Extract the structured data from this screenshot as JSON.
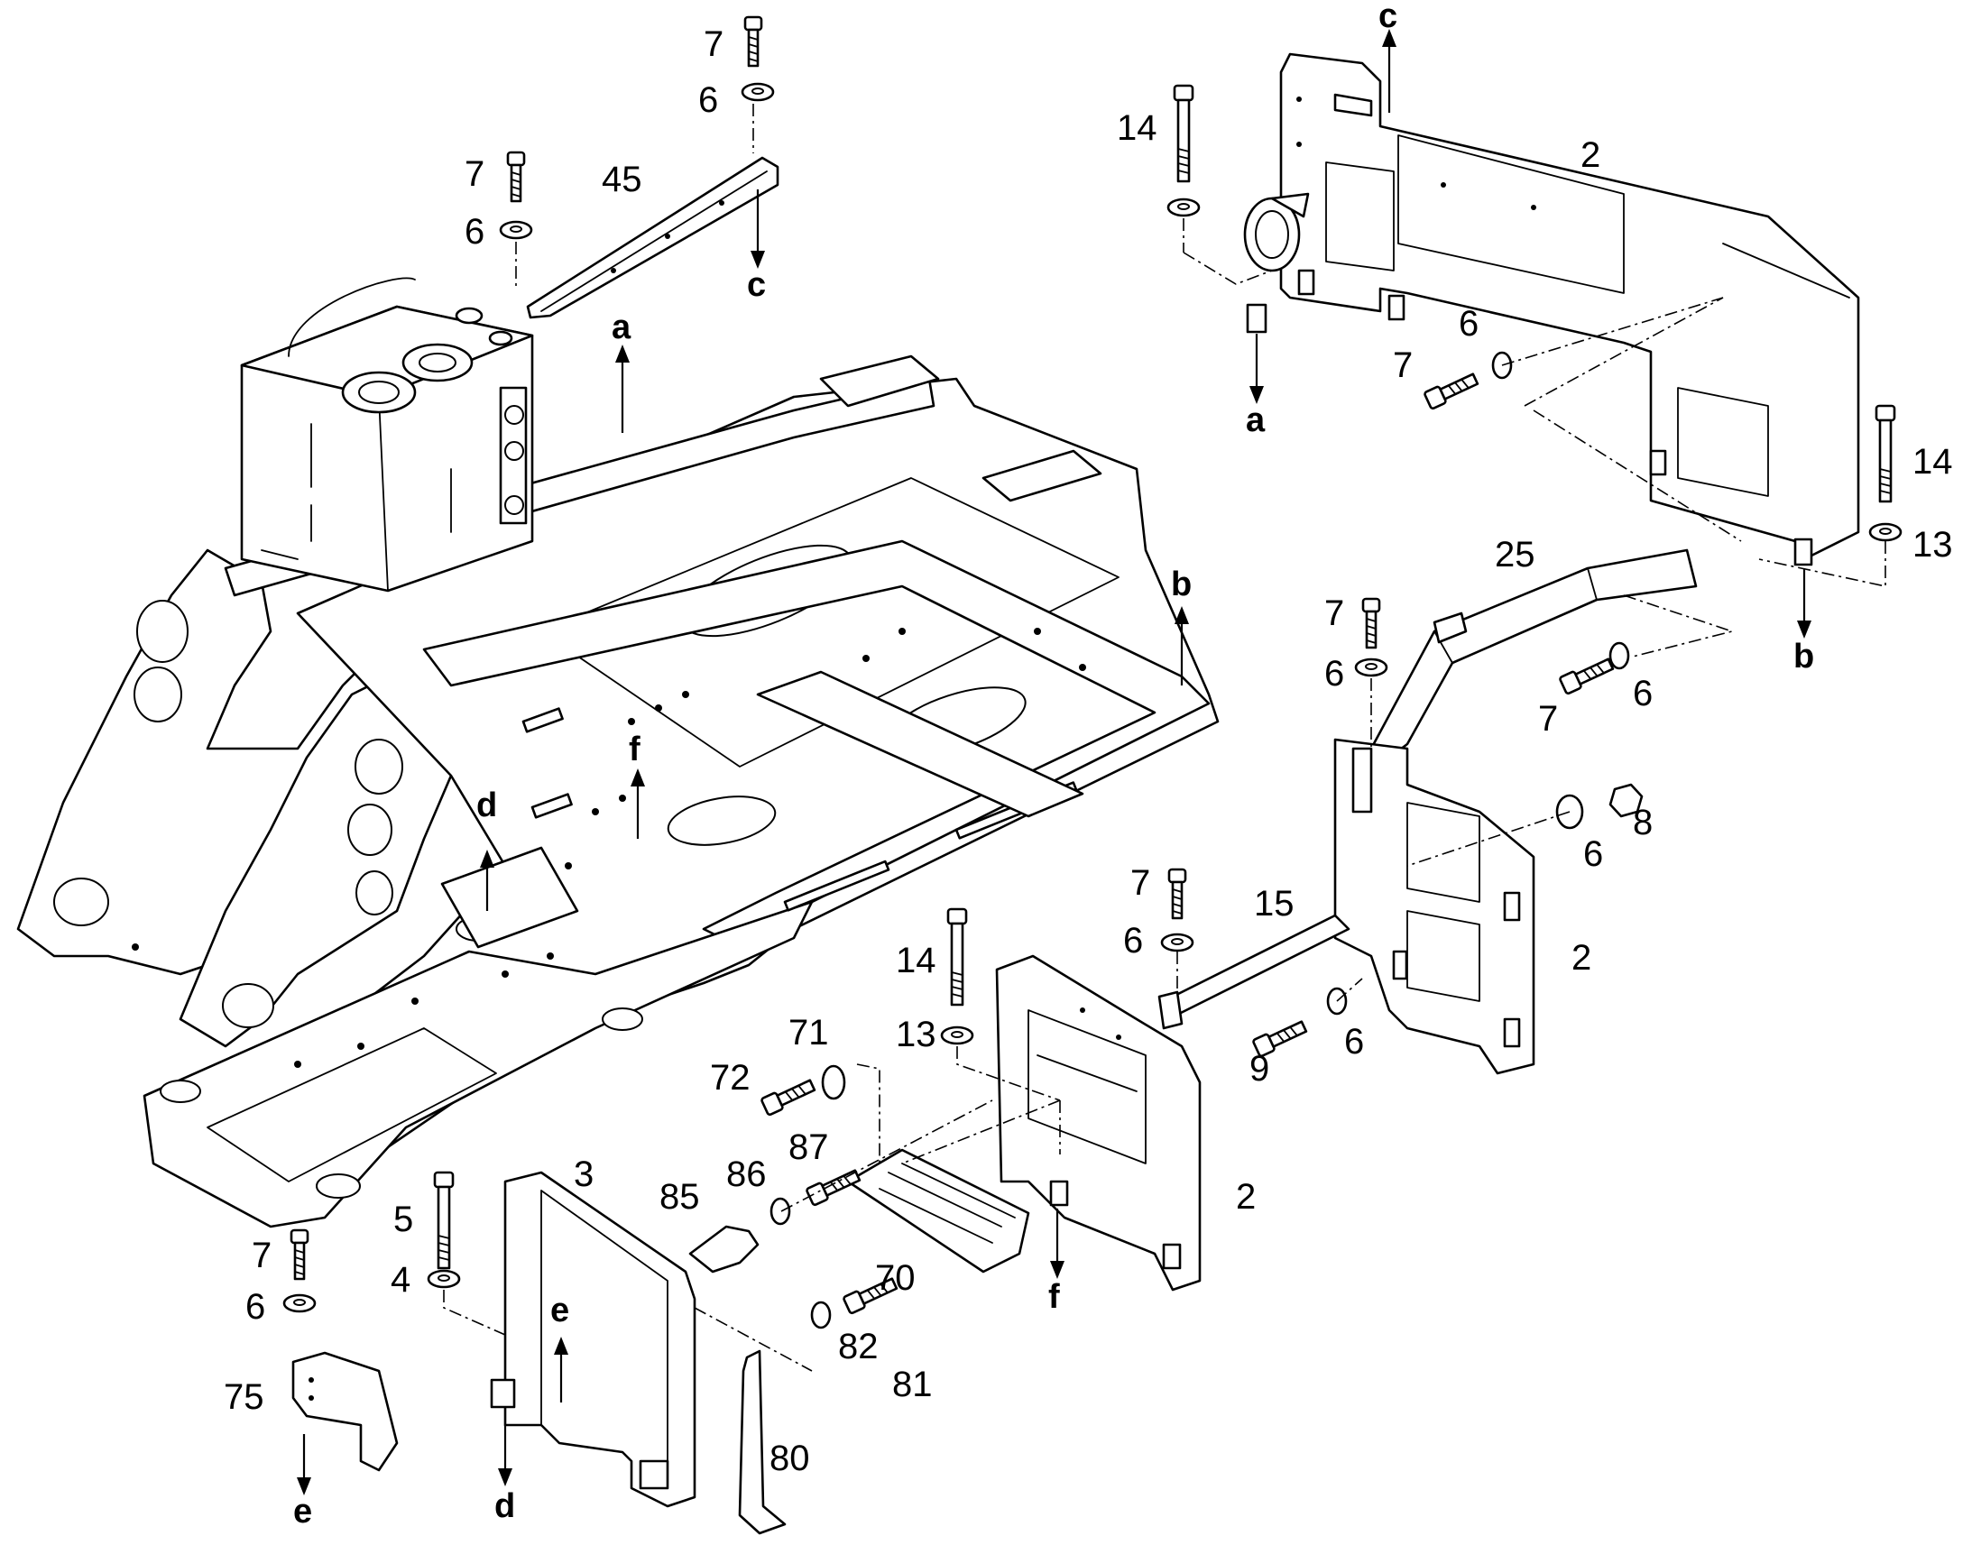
{
  "callouts": [
    {
      "id": "c01",
      "text": "7"
    },
    {
      "id": "c02",
      "text": "6"
    },
    {
      "id": "c03",
      "text": "7"
    },
    {
      "id": "c04",
      "text": "6"
    },
    {
      "id": "c05",
      "text": "45"
    },
    {
      "id": "c06",
      "text": "14"
    },
    {
      "id": "c07",
      "text": "2"
    },
    {
      "id": "c08",
      "text": "6"
    },
    {
      "id": "c09",
      "text": "7"
    },
    {
      "id": "c10",
      "text": "14"
    },
    {
      "id": "c11",
      "text": "13"
    },
    {
      "id": "c12",
      "text": "25"
    },
    {
      "id": "c13",
      "text": "7"
    },
    {
      "id": "c14",
      "text": "6"
    },
    {
      "id": "c15",
      "text": "7"
    },
    {
      "id": "c16",
      "text": "6"
    },
    {
      "id": "c17",
      "text": "8"
    },
    {
      "id": "c18",
      "text": "6"
    },
    {
      "id": "c19",
      "text": "2"
    },
    {
      "id": "c20",
      "text": "7"
    },
    {
      "id": "c21",
      "text": "15"
    },
    {
      "id": "c22",
      "text": "6"
    },
    {
      "id": "c23",
      "text": "14"
    },
    {
      "id": "c24",
      "text": "13"
    },
    {
      "id": "c25",
      "text": "9"
    },
    {
      "id": "c26",
      "text": "6"
    },
    {
      "id": "c27",
      "text": "71"
    },
    {
      "id": "c28",
      "text": "72"
    },
    {
      "id": "c29",
      "text": "3"
    },
    {
      "id": "c30",
      "text": "85"
    },
    {
      "id": "c31",
      "text": "86"
    },
    {
      "id": "c32",
      "text": "87"
    },
    {
      "id": "c33",
      "text": "2"
    },
    {
      "id": "c34",
      "text": "70"
    },
    {
      "id": "c35",
      "text": "5"
    },
    {
      "id": "c36",
      "text": "4"
    },
    {
      "id": "c37",
      "text": "7"
    },
    {
      "id": "c38",
      "text": "6"
    },
    {
      "id": "c39",
      "text": "75"
    },
    {
      "id": "c40",
      "text": "82"
    },
    {
      "id": "c41",
      "text": "81"
    },
    {
      "id": "c42",
      "text": "80"
    }
  ],
  "connectors": [
    {
      "id": "k01",
      "text": "c"
    },
    {
      "id": "k02",
      "text": "c"
    },
    {
      "id": "k03",
      "text": "a"
    },
    {
      "id": "k04",
      "text": "a"
    },
    {
      "id": "k05",
      "text": "b"
    },
    {
      "id": "k06",
      "text": "b"
    },
    {
      "id": "k07",
      "text": "f"
    },
    {
      "id": "k08",
      "text": "f"
    },
    {
      "id": "k09",
      "text": "d"
    },
    {
      "id": "k10",
      "text": "d"
    },
    {
      "id": "k11",
      "text": "e"
    },
    {
      "id": "k12",
      "text": "e"
    }
  ]
}
